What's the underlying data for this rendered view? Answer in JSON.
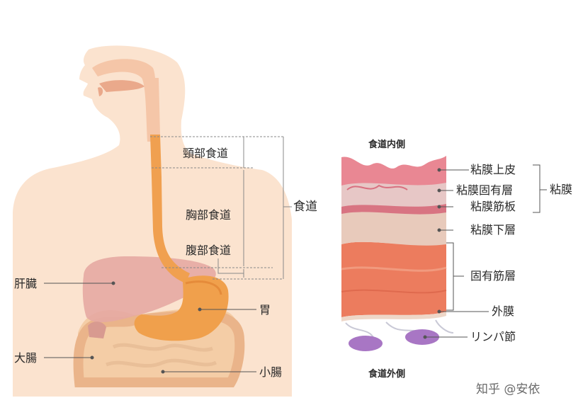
{
  "diagram": {
    "esophagus_sections": {
      "cervical": "頸部食道",
      "thoracic": "胸部食道",
      "abdominal": "腹部食道",
      "whole": "食道"
    },
    "organs": {
      "liver": "肝臓",
      "stomach": "胃",
      "large_intestine": "大腸",
      "small_intestine": "小腸"
    },
    "wall_section": {
      "inner_side": "食道内側",
      "outer_side": "食道外側",
      "layers": {
        "epithelium": "粘膜上皮",
        "lamina_propria": "粘膜固有層",
        "muscularis_mucosae": "粘膜筋板",
        "submucosa": "粘膜下層",
        "muscularis_propria": "固有筋層",
        "adventitia": "外膜",
        "lymph_node": "リンパ節"
      },
      "mucosa_group": "粘膜"
    },
    "colors": {
      "skin": "#fbe3cf",
      "esophagus": "#f0a050",
      "liver": "#e6a8a2",
      "stomach": "#f0a04c",
      "intestine": "#f4cda6",
      "epithelium": "#e98793",
      "submucosa": "#e8cabb",
      "muscle": "#ec7c5e",
      "lymph": "#a876c4"
    }
  },
  "watermark": {
    "text": "知乎 @安依"
  }
}
